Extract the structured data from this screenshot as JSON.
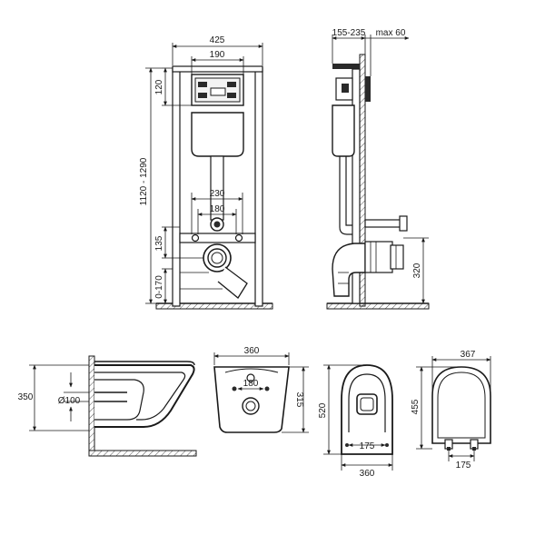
{
  "front_view": {
    "width_total": "425",
    "width_button": "190",
    "height_top": "120",
    "height_range": "1120 - 1290",
    "pipe_spacing_outer": "230",
    "pipe_spacing_inner": "180",
    "height_lower": "135",
    "height_bottom": "0-170"
  },
  "side_view": {
    "depth_range": "155-235",
    "depth_max": "max 60",
    "outlet_height": "320"
  },
  "bowl_side": {
    "height": "350",
    "pipe_diameter": "Ø100"
  },
  "bowl_back": {
    "width": "360",
    "bolt_spacing": "180",
    "height": "315"
  },
  "bowl_top": {
    "length": "520",
    "inner_width": "175",
    "width": "360"
  },
  "seat": {
    "width": "367",
    "length": "455",
    "hinge_spacing": "175"
  }
}
